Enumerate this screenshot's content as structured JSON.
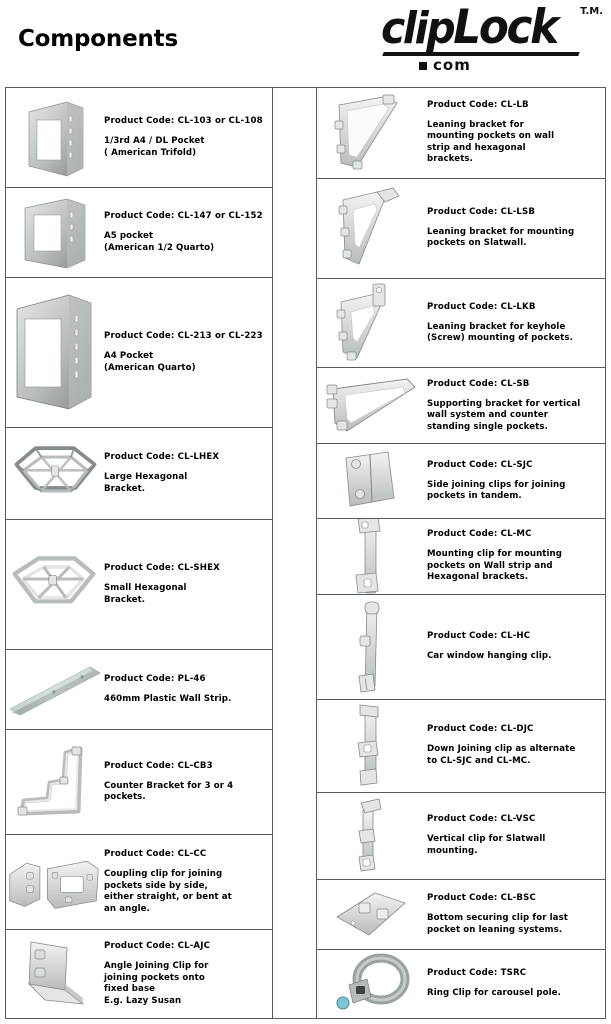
{
  "header": {
    "page_title": "Components",
    "logo_main": "clip",
    "logo_main_2": "Lock",
    "logo_dotcom": "com",
    "logo_tm": "T.M."
  },
  "left_column": [
    {
      "code": "Product Code: CL-103 or CL-108",
      "desc": "1/3rd A4 / DL Pocket\n( American Trifold)",
      "icon": "pocket-small-icon",
      "height": 100
    },
    {
      "code": "Product Code: CL-147 or CL-152",
      "desc": "A5 pocket\n(American 1/2 Quarto)",
      "icon": "pocket-medium-icon",
      "height": 90
    },
    {
      "code": "Product Code: CL-213 or CL-223",
      "desc": "A4 Pocket\n(American Quarto)",
      "icon": "pocket-large-icon",
      "height": 150
    },
    {
      "code": "Product Code: CL-LHEX",
      "desc": "Large Hexagonal\nBracket.",
      "icon": "large-hexagonal-bracket-icon",
      "height": 92
    },
    {
      "code": "Product Code: CL-SHEX",
      "desc": "Small Hexagonal\nBracket.",
      "icon": "small-hexagonal-bracket-icon",
      "height": 130
    },
    {
      "code": "Product Code: PL-46",
      "desc": "460mm Plastic Wall Strip.",
      "icon": "plastic-wall-strip-icon",
      "height": 80
    },
    {
      "code": "Product Code: CL-CB3",
      "desc": "Counter Bracket for 3 or 4\npockets.",
      "icon": "counter-bracket-icon",
      "height": 105
    },
    {
      "code": "Product Code: CL-CC",
      "desc": "Coupling clip for joining\npockets side by side,\neither straight, or bent at\nan angle.",
      "icon": "coupling-clip-icon",
      "height": 95
    },
    {
      "code": "Product Code: CL-AJC",
      "desc": "Angle Joining Clip for\njoining pockets onto\nfixed base\nE.g.  Lazy Susan",
      "icon": "angle-joining-clip-icon",
      "height": 88
    }
  ],
  "right_column": [
    {
      "code": "Product Code: CL-LB",
      "desc": "Leaning bracket for\nmounting pockets on wall\nstrip and hexagonal\nbrackets.",
      "icon": "leaning-bracket-icon",
      "height": 91
    },
    {
      "code": "Product Code: CL-LSB",
      "desc": "Leaning bracket for mounting\npockets on Slatwall.",
      "icon": "leaning-slatwall-bracket-icon",
      "height": 100
    },
    {
      "code": "Product Code: CL-LKB",
      "desc": "Leaning bracket for keyhole\n(Screw) mounting of pockets.",
      "icon": "leaning-keyhole-bracket-icon",
      "height": 90
    },
    {
      "code": "Product Code: CL-SB",
      "desc": "Supporting bracket for vertical\nwall system and counter\nstanding single pockets.",
      "icon": "supporting-bracket-icon",
      "height": 76
    },
    {
      "code": "Product Code: CL-SJC",
      "desc": "Side joining clips for joining\npockets in tandem.",
      "icon": "side-joining-clip-icon",
      "height": 75
    },
    {
      "code": "Product Code:  CL-MC",
      "desc": "Mounting clip for mounting\npockets on Wall strip and\nHexagonal brackets.",
      "icon": "mounting-clip-icon",
      "height": 76
    },
    {
      "code": "Product Code: CL-HC",
      "desc": "Car window hanging clip.",
      "icon": "hanging-clip-icon",
      "height": 105
    },
    {
      "code": "Product Code: CL-DJC",
      "desc": "Down Joining clip as alternate\nto CL-SJC and CL-MC.",
      "icon": "down-joining-clip-icon",
      "height": 93
    },
    {
      "code": "Product Code: CL-VSC",
      "desc": "Vertical clip for Slatwall\nmounting.",
      "icon": "vertical-slatwall-clip-icon",
      "height": 88
    },
    {
      "code": "Product Code: CL-BSC",
      "desc": "Bottom securing clip for last\npocket on leaning systems.",
      "icon": "bottom-securing-clip-icon",
      "height": 70
    },
    {
      "code": "Product Code: TSRC",
      "desc": "Ring Clip for carousel pole.",
      "icon": "ring-clip-icon",
      "height": 68
    }
  ],
  "colors": {
    "border": "#555a5e",
    "text": "#000000",
    "background": "#ffffff",
    "metal_light": "#e4e6e6",
    "metal_mid": "#b9bcbd",
    "metal_dark": "#868b8d"
  }
}
